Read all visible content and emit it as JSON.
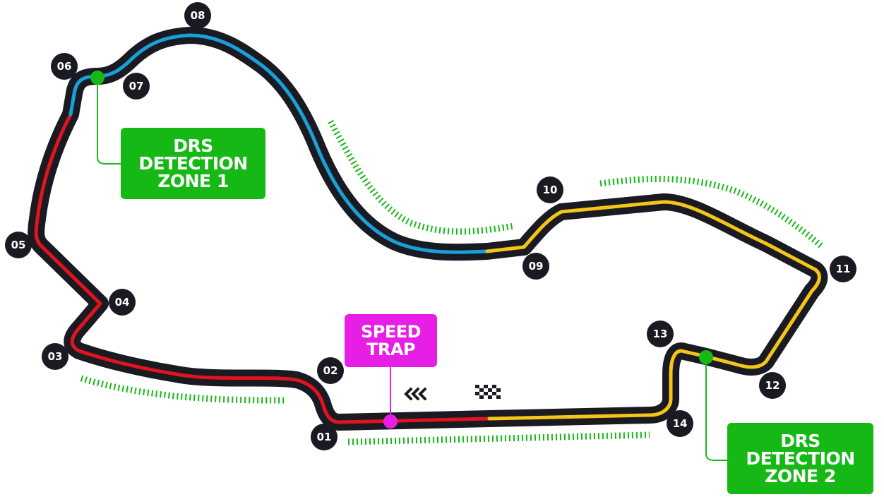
{
  "colors": {
    "asphalt": "#1a1a22",
    "sector1": "#e0141e",
    "sector2": "#1aa0d8",
    "sector3": "#f5c518",
    "drs": "#16b816",
    "speed_trap": "#e61ee6",
    "label_bg": "#1a1a22",
    "label_text": "#ffffff"
  },
  "turns": [
    {
      "id": "t01",
      "label": "01"
    },
    {
      "id": "t02",
      "label": "02"
    },
    {
      "id": "t03",
      "label": "03"
    },
    {
      "id": "t04",
      "label": "04"
    },
    {
      "id": "t05",
      "label": "05"
    },
    {
      "id": "t06",
      "label": "06"
    },
    {
      "id": "t07",
      "label": "07"
    },
    {
      "id": "t08",
      "label": "08"
    },
    {
      "id": "t09",
      "label": "09"
    },
    {
      "id": "t10",
      "label": "10"
    },
    {
      "id": "t11",
      "label": "11"
    },
    {
      "id": "t12",
      "label": "12"
    },
    {
      "id": "t13",
      "label": "13"
    },
    {
      "id": "t14",
      "label": "14"
    }
  ],
  "drs_detection_1": {
    "line1": "DRS",
    "line2": "DETECTION",
    "line3": "ZONE 1"
  },
  "drs_detection_2": {
    "line1": "DRS",
    "line2": "DETECTION",
    "line3": "ZONE 2"
  },
  "speed_trap": {
    "line1": "SPEED",
    "line2": "TRAP"
  },
  "icons": {
    "start_finish": "checkered-flag-icon",
    "direction": "triple-chevron-left-icon"
  }
}
